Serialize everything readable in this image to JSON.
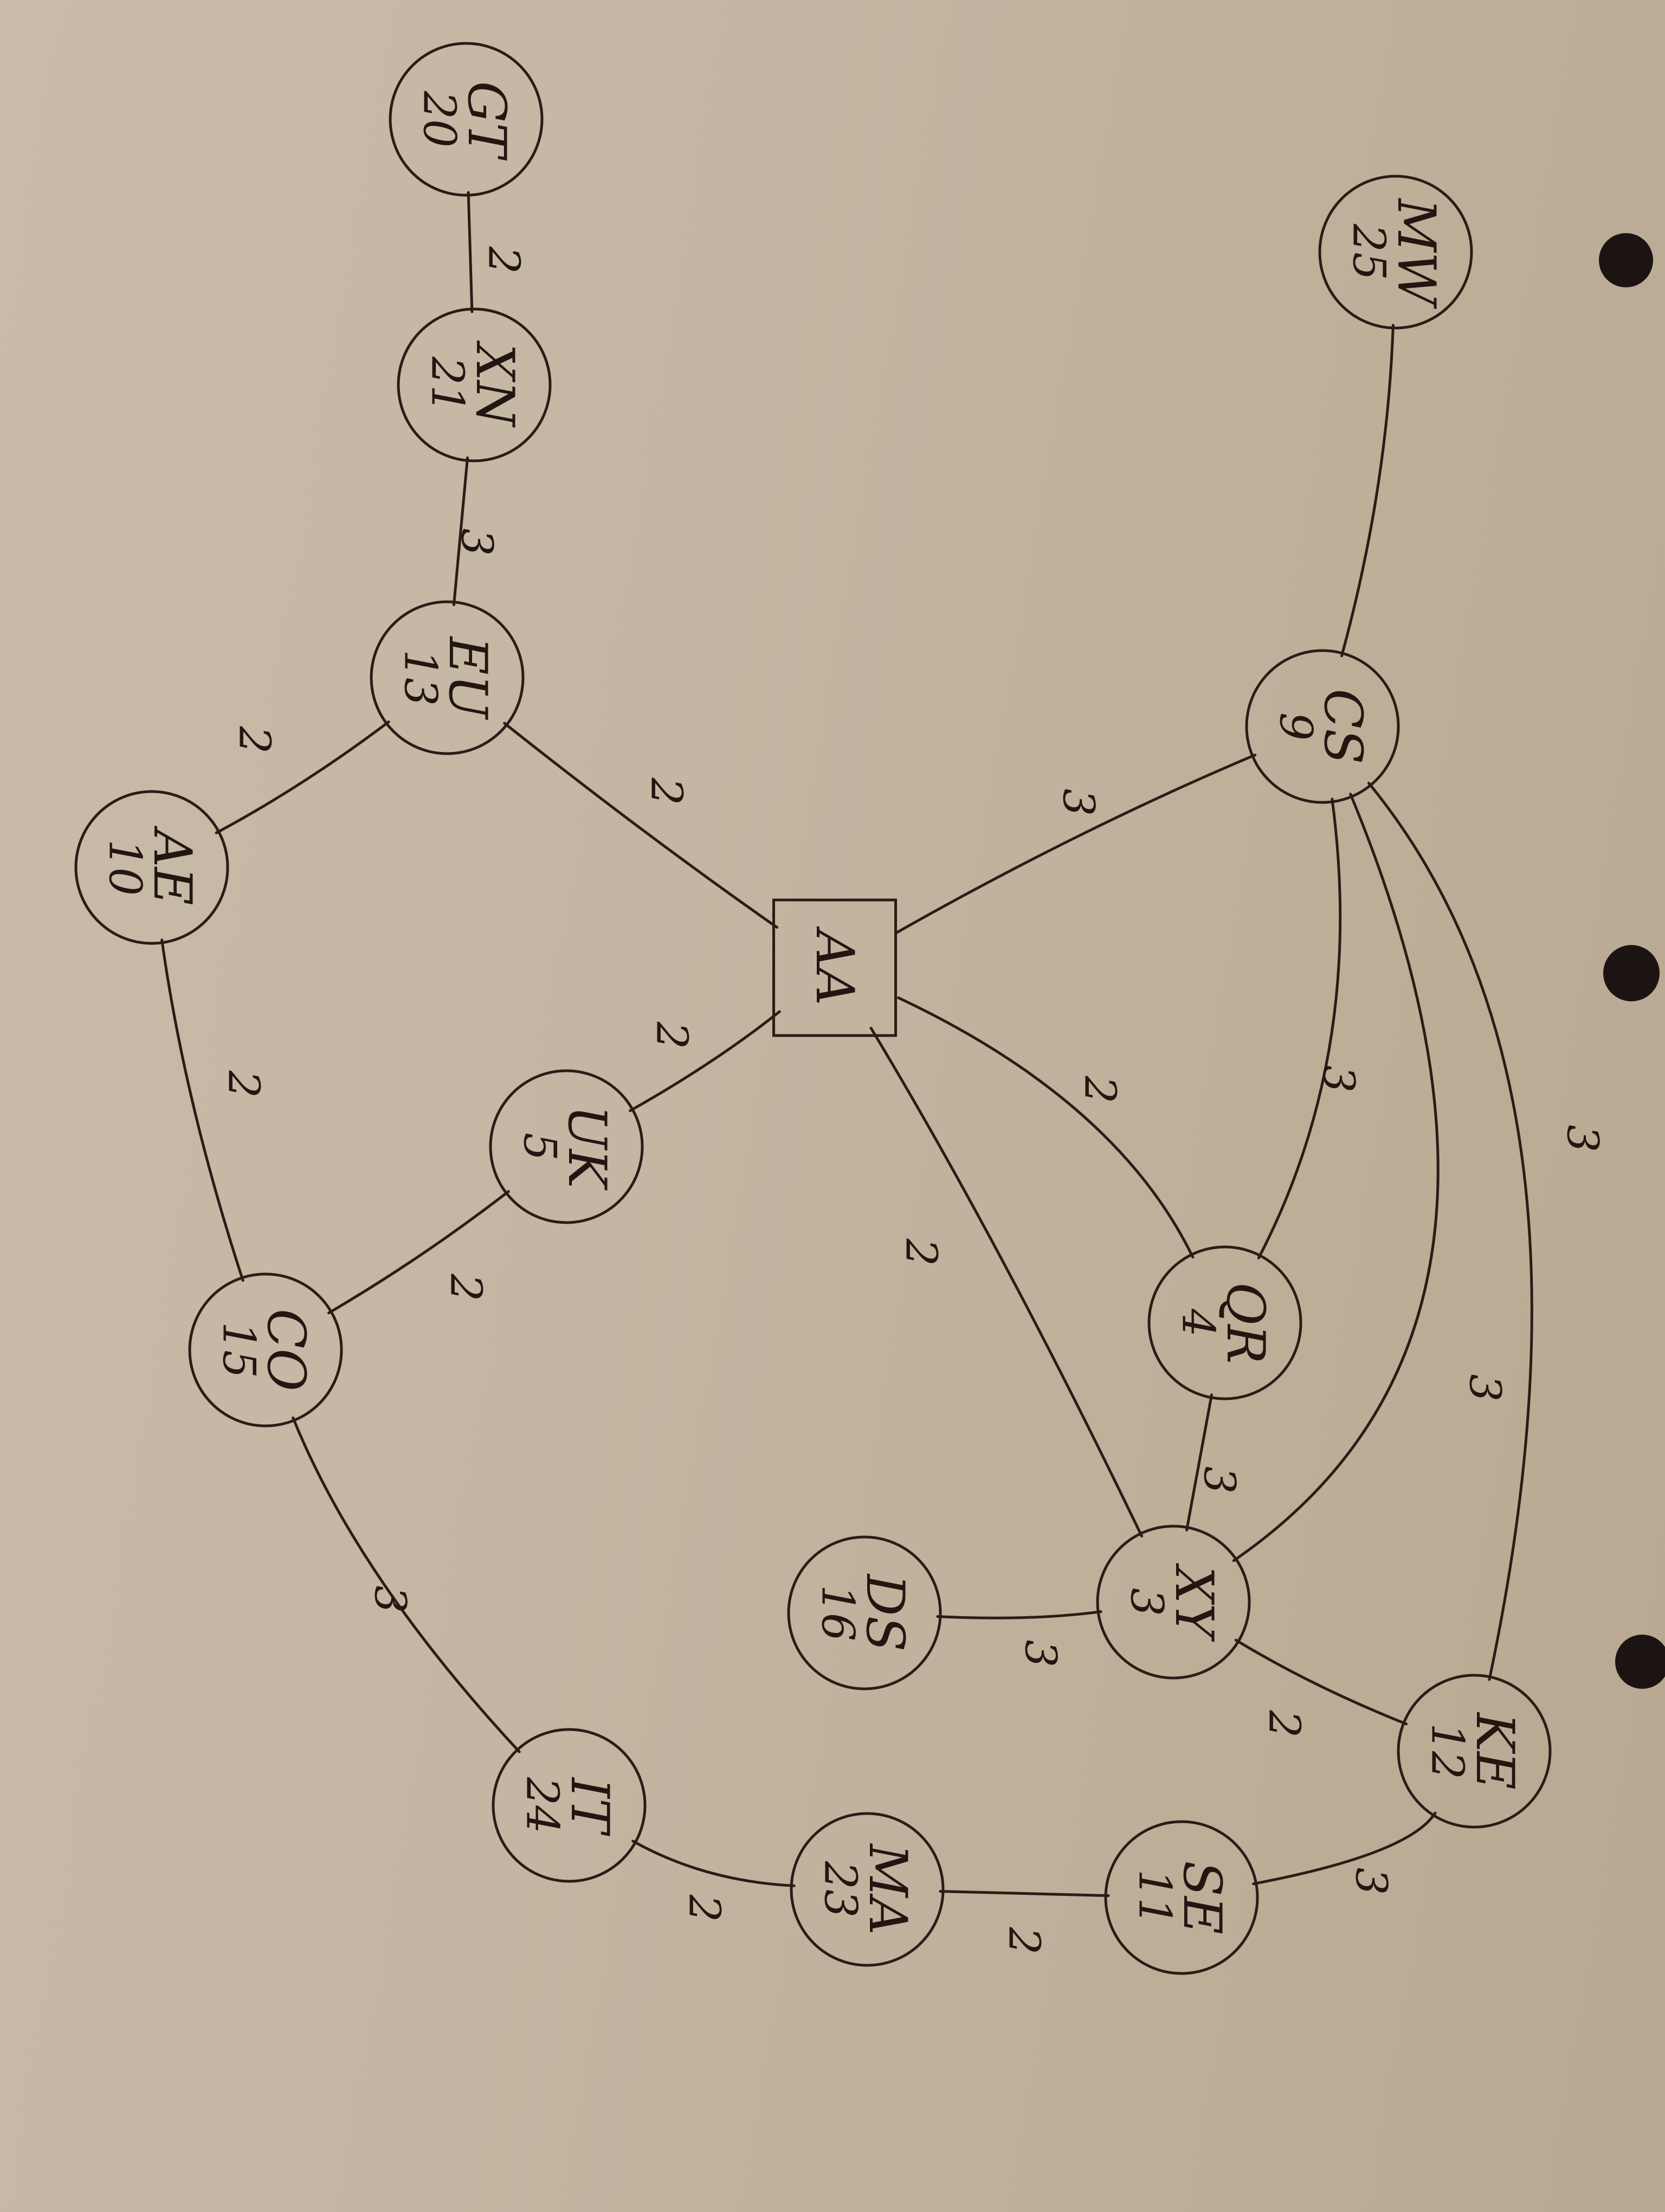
{
  "nodes": [
    {
      "id": "GT",
      "label": "GT",
      "value": "20"
    },
    {
      "id": "XN",
      "label": "XN",
      "value": "21"
    },
    {
      "id": "EU",
      "label": "EU",
      "value": "13"
    },
    {
      "id": "AE",
      "label": "AE",
      "value": "10"
    },
    {
      "id": "AA",
      "label": "AA",
      "value": "",
      "shape": "box"
    },
    {
      "id": "UK",
      "label": "UK",
      "value": "5"
    },
    {
      "id": "CO",
      "label": "CO",
      "value": "15"
    },
    {
      "id": "IT",
      "label": "IT",
      "value": "24"
    },
    {
      "id": "MA",
      "label": "MA",
      "value": "23"
    },
    {
      "id": "SE",
      "label": "SE",
      "value": "11"
    },
    {
      "id": "KE",
      "label": "KE",
      "value": "12"
    },
    {
      "id": "DS",
      "label": "DS",
      "value": "16"
    },
    {
      "id": "XY",
      "label": "XY",
      "value": "3"
    },
    {
      "id": "QR",
      "label": "QR",
      "value": "4"
    },
    {
      "id": "CS",
      "label": "CS",
      "value": "9"
    },
    {
      "id": "MW",
      "label": "MW",
      "value": "25"
    }
  ],
  "edges": [
    {
      "from": "GT",
      "to": "XN",
      "label": "2"
    },
    {
      "from": "XN",
      "to": "EU",
      "label": "3"
    },
    {
      "from": "EU",
      "to": "AE",
      "label": "2"
    },
    {
      "from": "EU",
      "to": "AA",
      "label": "2"
    },
    {
      "from": "AE",
      "to": "CO",
      "label": "2"
    },
    {
      "from": "AA",
      "to": "UK",
      "label": "2"
    },
    {
      "from": "UK",
      "to": "CO",
      "label": "2"
    },
    {
      "from": "CO",
      "to": "IT",
      "label": "3"
    },
    {
      "from": "IT",
      "to": "MA",
      "label": "2"
    },
    {
      "from": "MA",
      "to": "SE",
      "label": "2"
    },
    {
      "from": "SE",
      "to": "KE",
      "label": "3"
    },
    {
      "from": "KE",
      "to": "XY",
      "label": "2"
    },
    {
      "from": "XY",
      "to": "DS",
      "label": "3"
    },
    {
      "from": "XY",
      "to": "QR",
      "label": "3"
    },
    {
      "from": "AA",
      "to": "XY",
      "label": "2"
    },
    {
      "from": "AA",
      "to": "QR",
      "label": "2"
    },
    {
      "from": "AA",
      "to": "CS",
      "label": "3"
    },
    {
      "from": "CS",
      "to": "QR",
      "label": "3"
    },
    {
      "from": "CS",
      "to": "XY",
      "label": "3"
    },
    {
      "from": "CS",
      "to": "KE",
      "label": "3"
    },
    {
      "from": "CS",
      "to": "MW",
      "label": ""
    }
  ],
  "ink_color": "#2a1c16",
  "paper_color": "#c4b6a2"
}
